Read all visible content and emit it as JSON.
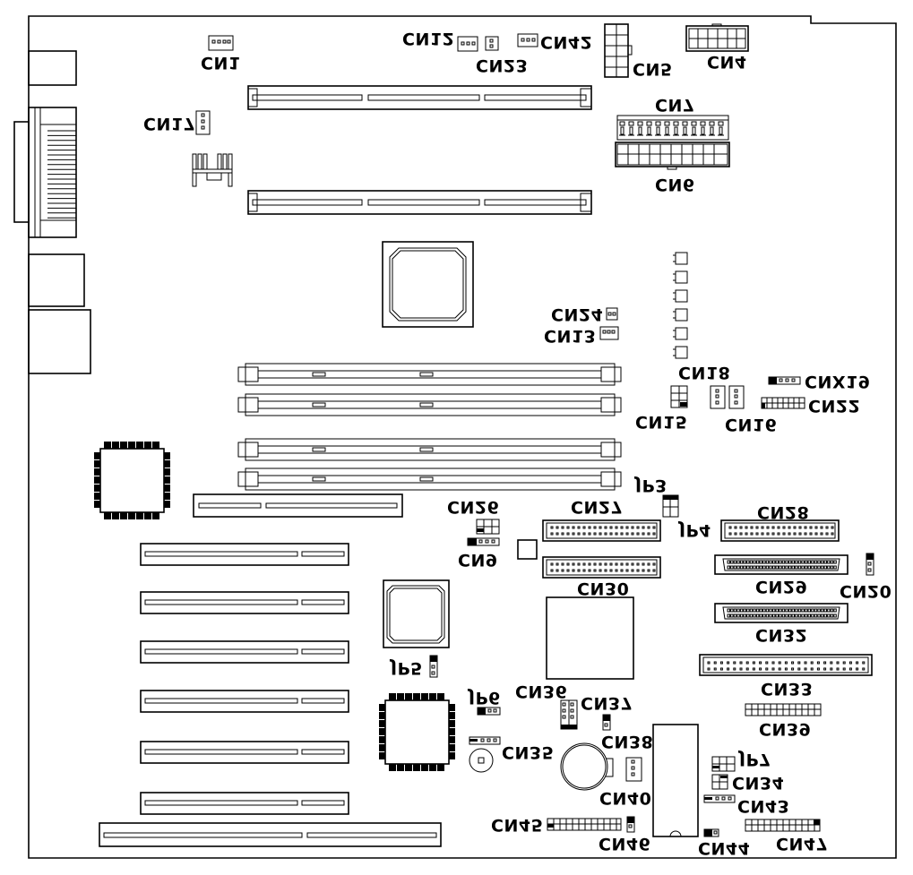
{
  "diagram": {
    "type": "motherboard-layout",
    "labels": [
      {
        "id": "CN1",
        "text": "CN1"
      },
      {
        "id": "CN12",
        "text": "CN12"
      },
      {
        "id": "CN23",
        "text": "CN23"
      },
      {
        "id": "CN42",
        "text": "CN42"
      },
      {
        "id": "CN5",
        "text": "CN5"
      },
      {
        "id": "CN4",
        "text": "CN4"
      },
      {
        "id": "CN17",
        "text": "CN17"
      },
      {
        "id": "CN7",
        "text": "CN7"
      },
      {
        "id": "CN6",
        "text": "CN6"
      },
      {
        "id": "CN24",
        "text": "CN24"
      },
      {
        "id": "CN13",
        "text": "CN13"
      },
      {
        "id": "CN18",
        "text": "CN18"
      },
      {
        "id": "CNX19",
        "text": "CNX19"
      },
      {
        "id": "CN22",
        "text": "CN22"
      },
      {
        "id": "CN15",
        "text": "CN15"
      },
      {
        "id": "CN16",
        "text": "CN16"
      },
      {
        "id": "JP3",
        "text": "JP3"
      },
      {
        "id": "CN26",
        "text": "CN26"
      },
      {
        "id": "CN27",
        "text": "CN27"
      },
      {
        "id": "JP4",
        "text": "JP4"
      },
      {
        "id": "CN28",
        "text": "CN28"
      },
      {
        "id": "CN9",
        "text": "CN9"
      },
      {
        "id": "CN30",
        "text": "CN30"
      },
      {
        "id": "CN29",
        "text": "CN29"
      },
      {
        "id": "CN20",
        "text": "CN20"
      },
      {
        "id": "CN32",
        "text": "CN32"
      },
      {
        "id": "JP5",
        "text": "JP5"
      },
      {
        "id": "CN33",
        "text": "CN33"
      },
      {
        "id": "JP6",
        "text": "JP6"
      },
      {
        "id": "CN36",
        "text": "CN36"
      },
      {
        "id": "CN37",
        "text": "CN37"
      },
      {
        "id": "CN39",
        "text": "CN39"
      },
      {
        "id": "CN38",
        "text": "CN38"
      },
      {
        "id": "CN35",
        "text": "CN35"
      },
      {
        "id": "JP7",
        "text": "JP7"
      },
      {
        "id": "CN34",
        "text": "CN34"
      },
      {
        "id": "CN40",
        "text": "CN40"
      },
      {
        "id": "CN43",
        "text": "CN43"
      },
      {
        "id": "CN45",
        "text": "CN45"
      },
      {
        "id": "CN46",
        "text": "CN46"
      },
      {
        "id": "CN44",
        "text": "CN44"
      },
      {
        "id": "CN47",
        "text": "CN47"
      }
    ]
  }
}
